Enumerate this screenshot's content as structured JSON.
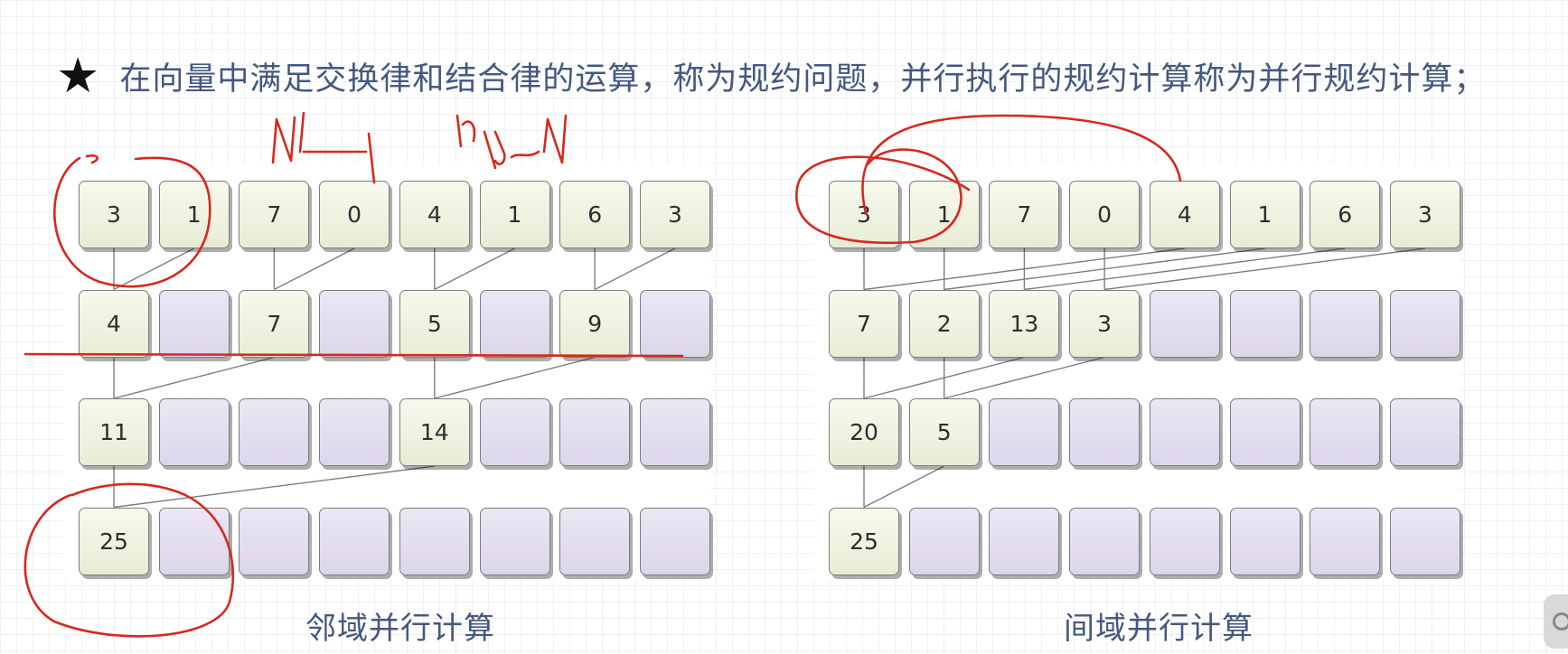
{
  "headline": {
    "icon": "star-icon",
    "text": "在向量中满足交换律和结合律的运算，称为规约问题，并行执行的规约计算称为并行规约计算；"
  },
  "diagrams": [
    {
      "id": "left",
      "caption": "邻域并行计算",
      "rows": [
        [
          "3",
          "1",
          "7",
          "0",
          "4",
          "1",
          "6",
          "3"
        ],
        [
          "4",
          "",
          "7",
          "",
          "5",
          "",
          "9",
          ""
        ],
        [
          "11",
          "",
          "",
          "",
          "14",
          "",
          "",
          ""
        ],
        [
          "25",
          "",
          "",
          "",
          "",
          "",
          "",
          ""
        ]
      ],
      "connections": [
        [
          [
            0,
            0
          ],
          [
            1,
            0
          ]
        ],
        [
          [
            0,
            1
          ],
          [
            1,
            0
          ]
        ],
        [
          [
            0,
            2
          ],
          [
            1,
            2
          ]
        ],
        [
          [
            0,
            3
          ],
          [
            1,
            2
          ]
        ],
        [
          [
            0,
            4
          ],
          [
            1,
            4
          ]
        ],
        [
          [
            0,
            5
          ],
          [
            1,
            4
          ]
        ],
        [
          [
            0,
            6
          ],
          [
            1,
            6
          ]
        ],
        [
          [
            0,
            7
          ],
          [
            1,
            6
          ]
        ],
        [
          [
            1,
            0
          ],
          [
            2,
            0
          ]
        ],
        [
          [
            1,
            2
          ],
          [
            2,
            0
          ]
        ],
        [
          [
            1,
            4
          ],
          [
            2,
            4
          ]
        ],
        [
          [
            1,
            6
          ],
          [
            2,
            4
          ]
        ],
        [
          [
            2,
            0
          ],
          [
            3,
            0
          ]
        ],
        [
          [
            2,
            4
          ],
          [
            3,
            0
          ]
        ]
      ]
    },
    {
      "id": "right",
      "caption": "间域并行计算",
      "rows": [
        [
          "3",
          "1",
          "7",
          "0",
          "4",
          "1",
          "6",
          "3"
        ],
        [
          "7",
          "2",
          "13",
          "3",
          "",
          "",
          "",
          ""
        ],
        [
          "20",
          "5",
          "",
          "",
          "",
          "",
          "",
          ""
        ],
        [
          "25",
          "",
          "",
          "",
          "",
          "",
          "",
          ""
        ]
      ],
      "connections": [
        [
          [
            0,
            0
          ],
          [
            1,
            0
          ]
        ],
        [
          [
            0,
            4
          ],
          [
            1,
            0
          ]
        ],
        [
          [
            0,
            1
          ],
          [
            1,
            1
          ]
        ],
        [
          [
            0,
            5
          ],
          [
            1,
            1
          ]
        ],
        [
          [
            0,
            2
          ],
          [
            1,
            2
          ]
        ],
        [
          [
            0,
            6
          ],
          [
            1,
            2
          ]
        ],
        [
          [
            0,
            3
          ],
          [
            1,
            3
          ]
        ],
        [
          [
            0,
            7
          ],
          [
            1,
            3
          ]
        ],
        [
          [
            1,
            0
          ],
          [
            2,
            0
          ]
        ],
        [
          [
            1,
            2
          ],
          [
            2,
            0
          ]
        ],
        [
          [
            1,
            1
          ],
          [
            2,
            1
          ]
        ],
        [
          [
            1,
            3
          ],
          [
            2,
            1
          ]
        ],
        [
          [
            2,
            0
          ],
          [
            3,
            0
          ]
        ],
        [
          [
            2,
            1
          ],
          [
            3,
            0
          ]
        ]
      ]
    }
  ],
  "colors": {
    "filled_cell": "#eef1de",
    "empty_cell": "#e3deef",
    "annotation_ink": "#d7281f",
    "text_accent": "#44587f"
  }
}
